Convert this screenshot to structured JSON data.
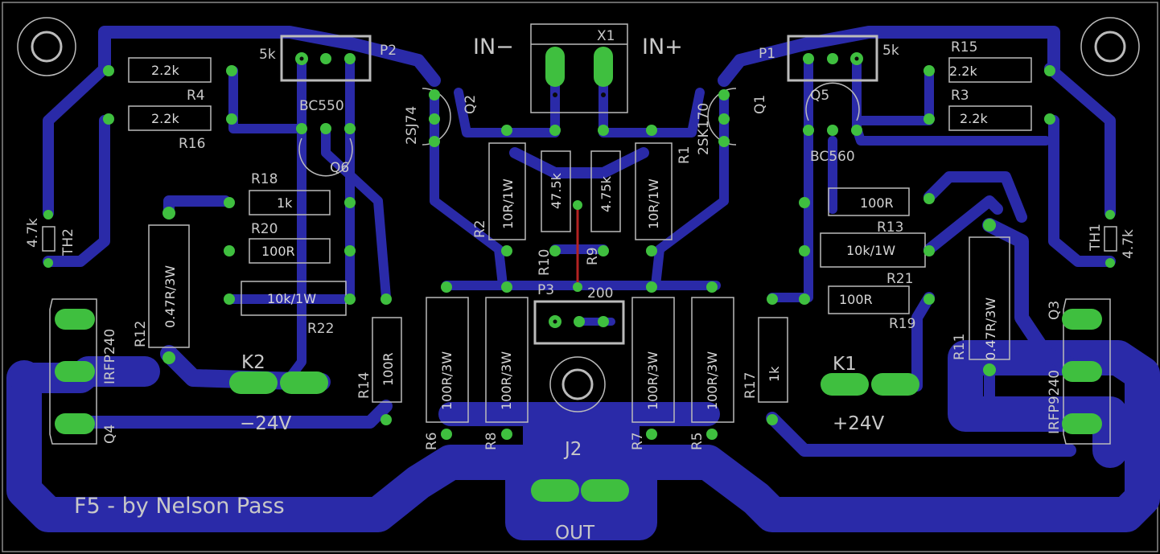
{
  "board": {
    "title": "F5 - by Nelson Pass",
    "colors": {
      "background": "#000000",
      "copper": "#2a2aa8",
      "pad": "#3fbf3f",
      "silkscreen": "#c8c8c8",
      "jumper": "#b22222"
    }
  },
  "labels": {
    "in_minus": "IN−",
    "in_plus": "IN+",
    "out": "OUT",
    "neg_supply": "−24V",
    "pos_supply": "+24V"
  },
  "refs": {
    "X1": "X1",
    "P1": "P1",
    "P2": "P2",
    "P3": "P3",
    "Q1": "Q1",
    "Q2": "Q2",
    "Q3": "Q3",
    "Q4": "Q4",
    "Q5": "Q5",
    "Q6": "Q6",
    "R1": "R1",
    "R2": "R2",
    "R3": "R3",
    "R4": "R4",
    "R5": "R5",
    "R6": "R6",
    "R7": "R7",
    "R8": "R8",
    "R9": "R9",
    "R10": "R10",
    "R11": "R11",
    "R12": "R12",
    "R13": "R13",
    "R14": "R14",
    "R15": "R15",
    "R16": "R16",
    "R17": "R17",
    "R18": "R18",
    "R19": "R19",
    "R20": "R20",
    "R21": "R21",
    "R22": "R22",
    "TH1": "TH1",
    "TH2": "TH2",
    "K1": "K1",
    "K2": "K2",
    "J2": "J2"
  },
  "values": {
    "R1": "10R/1W",
    "R2": "10R/1W",
    "R3": "2.2k",
    "R4": "2.2k",
    "R5": "100R/3W",
    "R6": "100R/3W",
    "R7": "100R/3W",
    "R8": "100R/3W",
    "R9": "4.75k",
    "R10": "47.5k",
    "R11": "0.47R/3W",
    "R12": "0.47R/3W",
    "R13": "100R",
    "R14": "100R",
    "R15": "2.2k",
    "R16": "2.2k",
    "R17": "1k",
    "R18": "1k",
    "R19": "100R",
    "R20": "100R",
    "R21": "10k/1W",
    "R22": "10k/1W",
    "P1": "5k",
    "P2": "5k",
    "P3": "200",
    "Q1": "2SK170",
    "Q2": "2SJ74",
    "Q3": "IRFP9240",
    "Q4": "IRFP240",
    "Q5": "BC560",
    "Q6": "BC550",
    "TH1": "4.7k",
    "TH2": "4.7k"
  }
}
